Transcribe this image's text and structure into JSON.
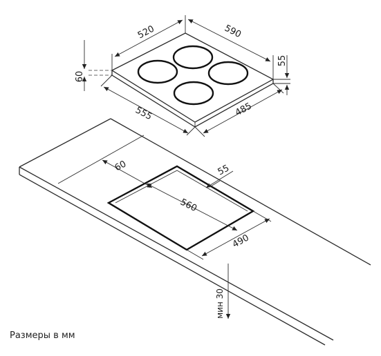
{
  "diagram": {
    "unit_note": "Размеры в мм",
    "hob_dimensions": {
      "depth": "520",
      "width": "590",
      "height": "55",
      "front_depth": "555",
      "front_width": "485",
      "side_height": "60"
    },
    "cutout_dimensions": {
      "front_offset": "60",
      "back_offset": "55",
      "cutout_width": "560",
      "cutout_depth": "490",
      "min_thickness": "мин 30"
    }
  }
}
